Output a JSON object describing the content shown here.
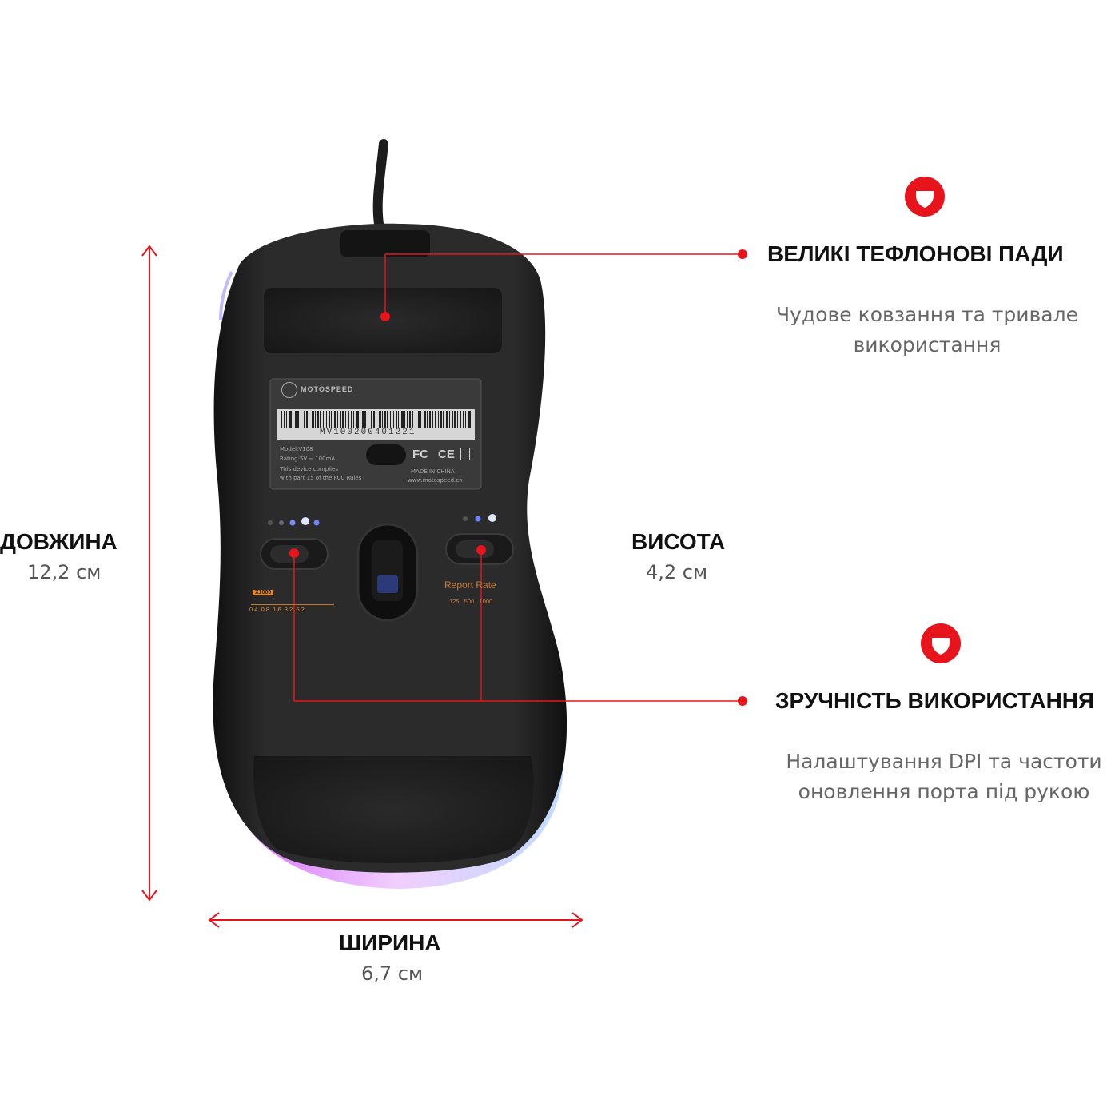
{
  "dimensions": {
    "length": {
      "label": "ДОВЖИНА",
      "value": "12,2 см"
    },
    "height": {
      "label": "ВИСОТА",
      "value": "4,2 см"
    },
    "width": {
      "label": "ШИРИНА",
      "value": "6,7 см"
    }
  },
  "features": [
    {
      "title": "ВЕЛИКІ ТЕФЛОНОВІ ПАДИ",
      "desc_line1": "Чудове ковзання та тривале",
      "desc_line2": "використання",
      "icon": "shield-heart-icon"
    },
    {
      "title": "ЗРУЧНІСТЬ ВИКОРИСТАННЯ",
      "desc_line1": "Налаштування DPI та частоти",
      "desc_line2": "оновлення порта під рукою",
      "icon": "shield-heart-icon"
    }
  ],
  "mouse_label": {
    "brand": "MOTOSPEED",
    "serial": "MV100200401221",
    "model": "Model:V108",
    "rating": "Rating:5V ⎓ 100mA",
    "compliance1": "This device complies",
    "compliance2": "with part 15 of the FCC Rules",
    "made_in": "MADE IN CHINA",
    "website": "www.motospeed.cn",
    "fcc": "FC",
    "ce": "CE"
  },
  "mouse_switches": {
    "dpi_badge": "X1000",
    "dpi_values": "0.4  0.8  1.6  3.2  6.2",
    "report_rate_label": "Report Rate",
    "report_rate_values": "125   500   1000"
  },
  "colors": {
    "accent": "#e8141b",
    "line": "#e8141b",
    "arrow": "#e8141b"
  }
}
